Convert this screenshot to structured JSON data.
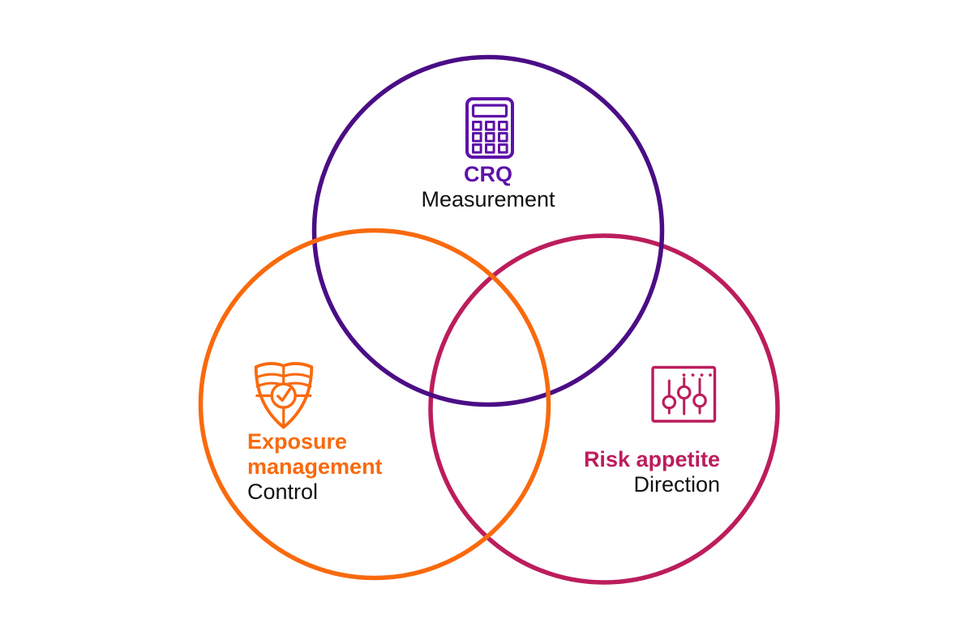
{
  "colors": {
    "background": "#ffffff",
    "crq_circle": "#4B0D86",
    "crq_accent": "#5E12A8",
    "exposure_orange": "#F96A0D",
    "risk_magenta": "#BC1D5C",
    "body_text": "#111111"
  },
  "venn": {
    "crq": {
      "title": "CRQ",
      "subtitle": "Measurement",
      "icon": "calculator-icon"
    },
    "exposure": {
      "title": "Exposure management",
      "subtitle": "Control",
      "icon": "shield-check-icon"
    },
    "risk": {
      "title": "Risk appetite",
      "subtitle": "Direction",
      "icon": "sliders-icon"
    }
  }
}
